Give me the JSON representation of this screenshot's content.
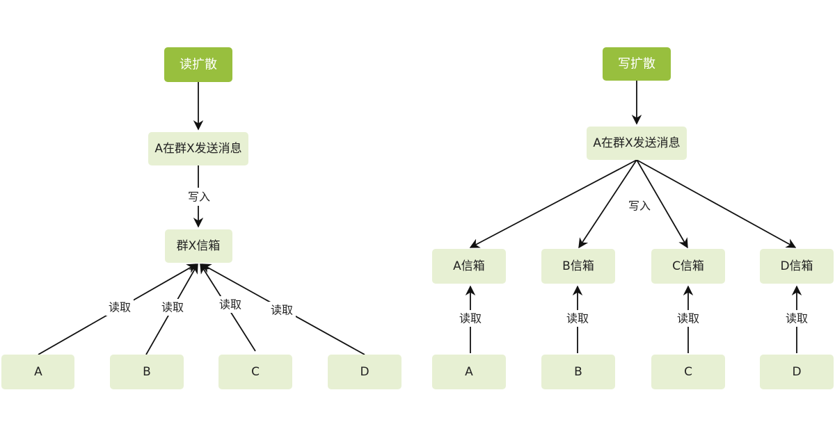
{
  "read_diffusion": {
    "title": "读扩散",
    "message": "A在群X发送消息",
    "write_label": "写入",
    "group_inbox": "群X信箱",
    "read_label": "读取",
    "users": [
      "A",
      "B",
      "C",
      "D"
    ]
  },
  "write_diffusion": {
    "title": "写扩散",
    "message": "A在群X发送消息",
    "write_label": "写入",
    "inboxes": [
      "A信箱",
      "B信箱",
      "C信箱",
      "D信箱"
    ],
    "read_label": "读取",
    "users": [
      "A",
      "B",
      "C",
      "D"
    ]
  },
  "colors": {
    "title_fill": "#98bf3e",
    "node_fill": "#e7f0d3"
  }
}
